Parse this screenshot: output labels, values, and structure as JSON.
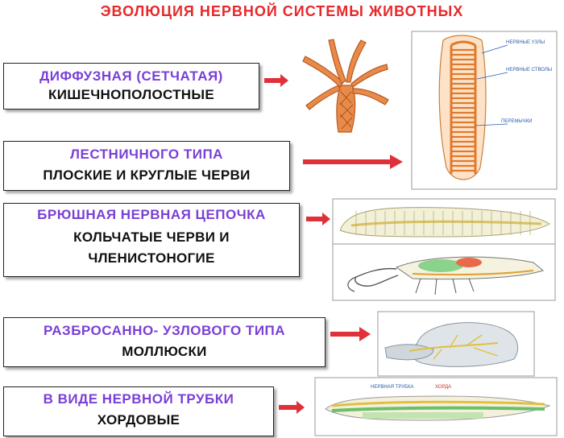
{
  "title": "ЭВОЛЮЦИЯ НЕРВНОЙ СИСТЕМЫ ЖИВОТНЫХ",
  "colors": {
    "title": "#e8282a",
    "type_text": "#7a3fd6",
    "arrow": "#e0303a"
  },
  "rows": [
    {
      "type": "ДИФФУЗНАЯ (СЕТЧАТАЯ)",
      "group": "КИШЕЧНОПОЛОСТНЫЕ",
      "icon": "hydra-illustration"
    },
    {
      "type": "ЛЕСТНИЧНОГО ТИПА",
      "group": "ПЛОСКИЕ И КРУГЛЫЕ ЧЕРВИ",
      "icon": "flatworm-illustration"
    },
    {
      "type": "БРЮШНАЯ НЕРВНАЯ ЦЕПОЧКА",
      "group_line1": "КОЛЬЧАТЫЕ ЧЕРВИ И",
      "group_line2": "ЧЛЕНИСТОНОГИЕ",
      "icon": "annelid-and-crayfish-illustration"
    },
    {
      "type": "РАЗБРОСАННО- УЗЛОВОГО ТИПА",
      "group": "МОЛЛЮСКИ",
      "icon": "mollusc-illustration"
    },
    {
      "type": "В ВИДЕ НЕРВНОЙ ТРУБКИ",
      "group": "ХОРДОВЫЕ",
      "icon": "lancelet-illustration"
    }
  ],
  "flatworm_labels": {
    "ganglia": "НЕРВНЫЕ УЗЛЫ",
    "trunks": "НЕРВНЫЕ СТВОЛЫ",
    "commissures": "ПЕРЕМЫЧКИ"
  },
  "lancelet_labels": {
    "tube": "НЕРВНАЯ ТРУБКА",
    "chord": "ХОРДА"
  }
}
